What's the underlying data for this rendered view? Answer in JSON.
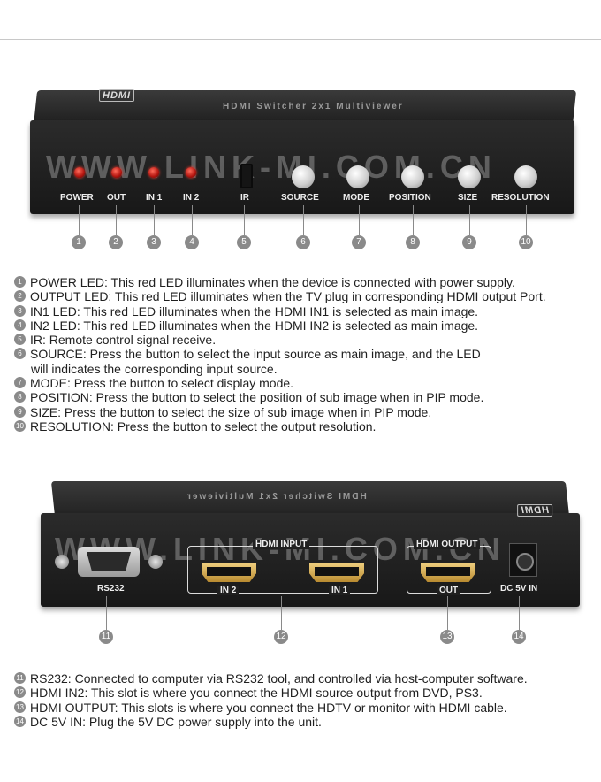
{
  "front": {
    "logo": "HDMI",
    "title": "HDMI Switcher 2x1 Multiviewer",
    "watermark": "WWW.LINK-MI.COM.CN",
    "labels": [
      "POWER",
      "OUT",
      "IN 1",
      "IN 2",
      "IR",
      "SOURCE",
      "MODE",
      "POSITION",
      "SIZE",
      "RESOLUTION"
    ],
    "callouts": [
      "1",
      "2",
      "3",
      "4",
      "5",
      "6",
      "7",
      "8",
      "9",
      "10"
    ]
  },
  "front_desc": [
    {
      "n": "1",
      "text": "POWER LED: This red LED illuminates when the device is connected with power supply."
    },
    {
      "n": "2",
      "text": "OUTPUT LED: This red LED illuminates when the TV plug in corresponding HDMI output Port."
    },
    {
      "n": "3",
      "text": "IN1 LED: This red LED illuminates when the HDMI IN1 is selected as main image."
    },
    {
      "n": "4",
      "text": "IN2 LED: This red LED illuminates when the HDMI IN2 is selected as main image."
    },
    {
      "n": "5",
      "text": "IR: Remote control signal receive."
    },
    {
      "n": "6",
      "text": "SOURCE: Press the button to select the input source as main image, and the LED",
      "cont": "will indicates the corresponding input source."
    },
    {
      "n": "7",
      "text": "MODE: Press the button to select display mode."
    },
    {
      "n": "8",
      "text": "POSITION: Press the button to select the position of sub image when in PIP mode."
    },
    {
      "n": "9",
      "text": "SIZE: Press the button to select the size of sub image when in PIP mode."
    },
    {
      "n": "10",
      "text": "RESOLUTION: Press the button to select the output resolution."
    }
  ],
  "back": {
    "logo": "HDMI",
    "title": "HDMI Switcher 2x1 Multiviewer",
    "watermark": "WWW.LINK-MI.COM.CN",
    "rs232": "RS232",
    "hdmi_input": "HDMI INPUT",
    "in2": "IN 2",
    "in1": "IN 1",
    "hdmi_output": "HDMI OUTPUT",
    "out": "OUT",
    "dc": "DC 5V IN",
    "callouts": [
      "11",
      "12",
      "13",
      "14"
    ]
  },
  "back_desc": [
    {
      "n": "11",
      "text": "RS232: Connected to computer via RS232 tool, and controlled via host-computer software."
    },
    {
      "n": "12",
      "text": "HDMI IN2: This slot is where you connect the HDMI source output from DVD, PS3."
    },
    {
      "n": "13",
      "text": "HDMI OUTPUT: This slots is where you connect the HDTV or monitor with HDMI cable."
    },
    {
      "n": "14",
      "text": "DC 5V IN: Plug the 5V DC power supply into the unit."
    }
  ],
  "colors": {
    "led": "#d21a10",
    "callout": "#8a8a8a",
    "device": "#1f1f1f"
  }
}
